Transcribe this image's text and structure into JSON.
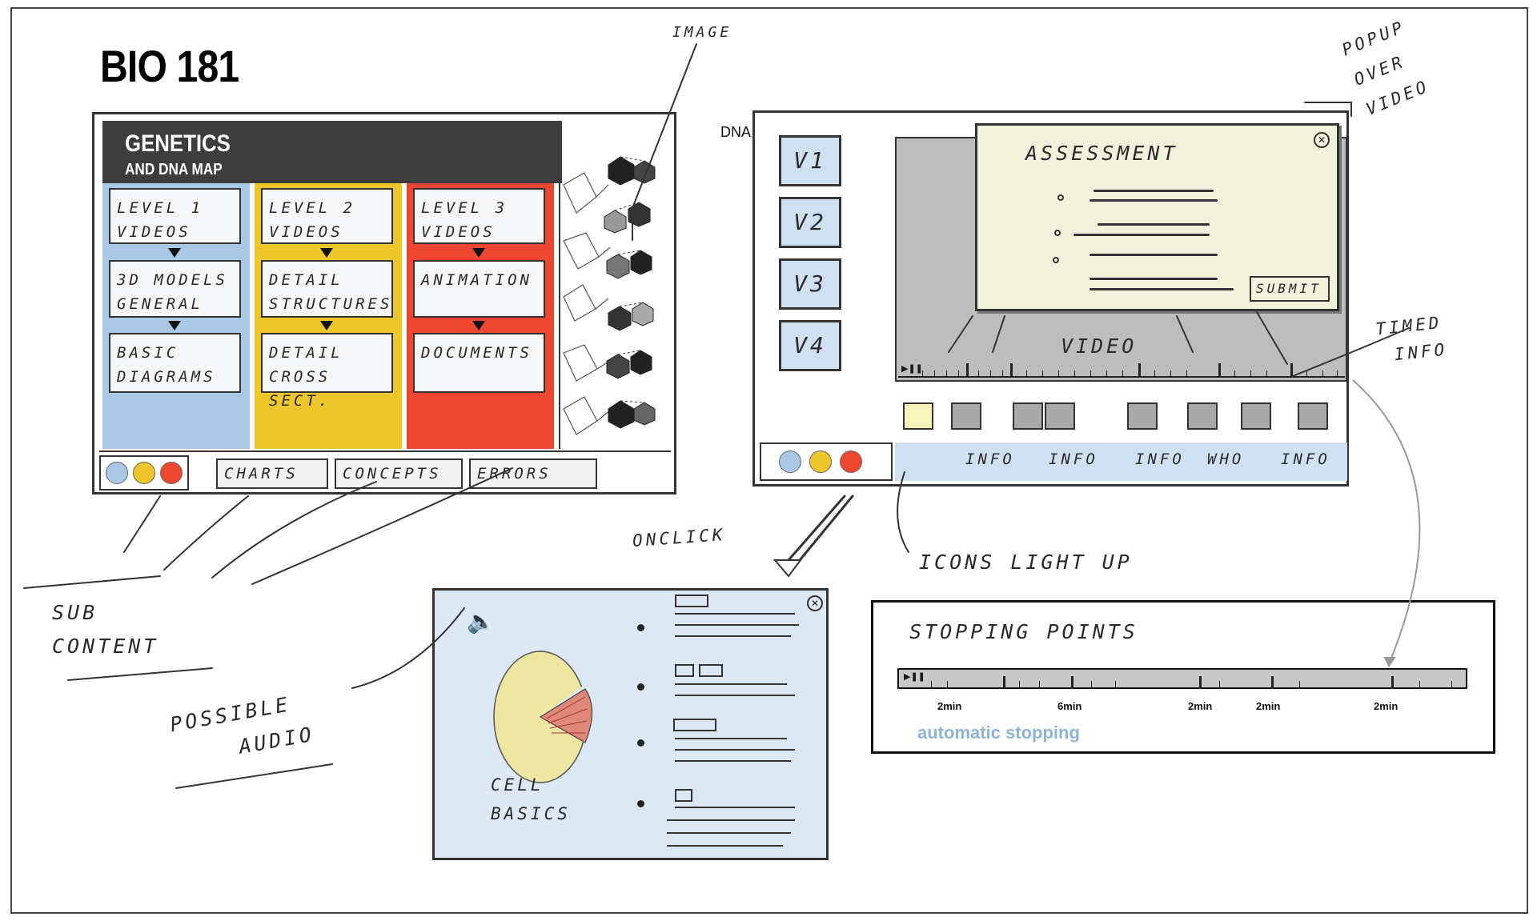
{
  "course_title": "BIO 181",
  "left_panel": {
    "title": "GENETICS",
    "subtitle": "AND DNA MAP",
    "dna_label": "DNA",
    "image_note": "IMAGE",
    "columns": [
      {
        "color": "#a9c8e6",
        "items": [
          "LEVEL 1 VIDEOS",
          "3D MODELS GENERAL",
          "BASIC DIAGRAMS"
        ]
      },
      {
        "color": "#ecc62b",
        "items": [
          "LEVEL 2 VIDEOS",
          "DETAIL STRUCTURES",
          "DETAIL CROSS SECT."
        ]
      },
      {
        "color": "#ef4631",
        "items": [
          "LEVEL 3 VIDEOS",
          "ANIMATION",
          "DOCUMENTS"
        ]
      }
    ],
    "tabs": [
      "CHARTS",
      "CONCEPTS",
      "ERRORS"
    ]
  },
  "right_panel": {
    "video_buttons": [
      "V1",
      "V2",
      "V3",
      "V4"
    ],
    "popup_title": "ASSESSMENT",
    "submit_label": "SUBMIT",
    "video_label": "VIDEO",
    "info_items": [
      "INFO",
      "INFO",
      "INFO",
      "WHO",
      "INFO"
    ]
  },
  "notes": {
    "popup_over_video": [
      "POPUP",
      "OVER",
      "VIDEO"
    ],
    "timed_info": [
      "TIMED",
      "INFO"
    ],
    "on_click": "ONCLICK",
    "icons_light_up": "ICONS LIGHT UP",
    "sub_content": [
      "SUB",
      "CONTENT"
    ],
    "possible_audio": [
      "POSSIBLE",
      "AUDIO"
    ]
  },
  "card": {
    "label": [
      "CELL",
      "BASICS"
    ]
  },
  "stopping_points": {
    "title": "STOPPING POINTS",
    "times": [
      "2min",
      "6min",
      "2min",
      "2min",
      "2min"
    ],
    "caption": "automatic stopping"
  },
  "colors": {
    "blue": "#a9c8e6",
    "yellow": "#ecc62b",
    "red": "#ef4631",
    "dark": "#3d3d3d",
    "popup": "#f2f2dc",
    "caption_blue": "#8fb3d4"
  }
}
